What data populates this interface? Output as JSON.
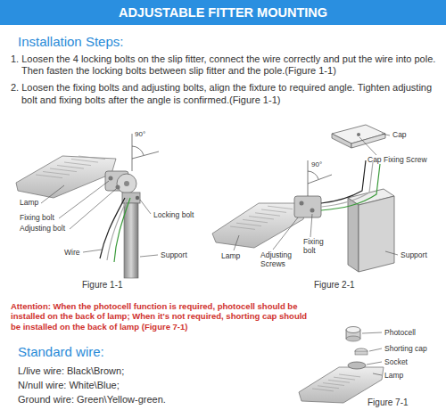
{
  "diagram": {
    "title": "ADJUSTABLE FITTER MOUNTING",
    "labels": [
      "Installation Steps:",
      "1. Loosen the 4 locking bolts on the slip fitter, connect the wire correctly and put the wire into pole. Then fasten the locking bolts between slip fitter and the pole.(Figure 1-1)",
      "2. Loosen the fixing bolts and adjusting bolts, align the fixture to required angle. Tighten adjusting bolt and fixing bolts after the angle is confirmed.(Figure 1-1)",
      "90°",
      "Lamp",
      "Fixing bolt",
      "Adjusting bolt",
      "Locking bolt",
      "Wire",
      "Support",
      "Figure 1-1",
      "Cap",
      "Cap Fixing Screw",
      "90°",
      "Lamp",
      "Adjusting Screws",
      "Fixing bolt",
      "Support",
      "Figure 2-1",
      "Attention:",
      "When the photocell function is required, photocell should be installed on the back of lamp; When it's not required, shorting cap should be installed on the back of lamp (Figure 7-1)",
      "Standard wire:",
      "L/live wire: Black\\Brown;",
      "N/null wire: White\\Blue;",
      "Ground wire: Green\\Yellow-green.",
      "Photocell",
      "Shorting cap",
      "Socket",
      "Lamp",
      "Figure 7-1"
    ]
  }
}
